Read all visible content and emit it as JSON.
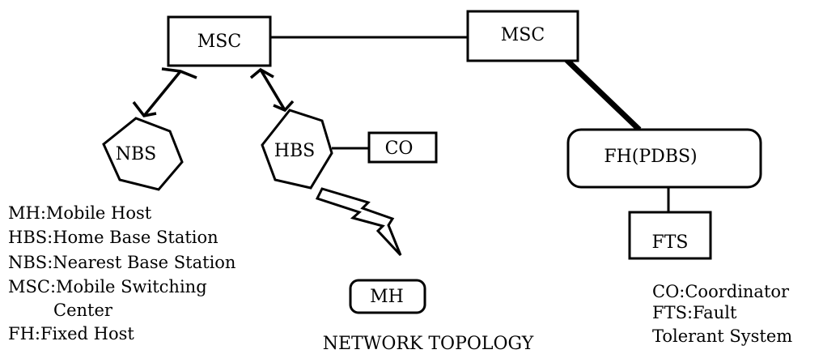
{
  "nodes": {
    "msc_left": "MSC",
    "msc_right": "MSC",
    "nbs": "NBS",
    "hbs": "HBS",
    "co": "CO",
    "fh": "FH(PDBS)",
    "fts": "FTS",
    "mh": "MH"
  },
  "legend_left": [
    "MH:Mobile Host",
    "HBS:Home Base Station",
    "NBS:Nearest Base Station",
    "MSC:Mobile Switching",
    "Center",
    "FH:Fixed Host"
  ],
  "legend_right": [
    "CO:Coordinator",
    "FTS:Fault",
    "Tolerant System"
  ],
  "caption": "NETWORK TOPOLOGY"
}
